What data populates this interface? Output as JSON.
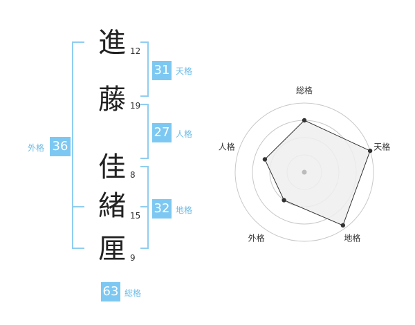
{
  "name": {
    "characters": [
      {
        "char": "進",
        "strokes": "12"
      },
      {
        "char": "藤",
        "strokes": "19"
      },
      {
        "char": "佳",
        "strokes": "8"
      },
      {
        "char": "緒",
        "strokes": "15"
      },
      {
        "char": "厘",
        "strokes": "9"
      }
    ]
  },
  "fortune": {
    "tenkaku": {
      "value": "31",
      "label": "天格"
    },
    "jinkaku": {
      "value": "27",
      "label": "人格"
    },
    "chikaku": {
      "value": "32",
      "label": "地格"
    },
    "gaikaku": {
      "value": "36",
      "label": "外格"
    },
    "soukaku": {
      "value": "63",
      "label": "総格"
    }
  },
  "radar": {
    "axes": [
      "総格",
      "天格",
      "地格",
      "外格",
      "人格"
    ],
    "values": [
      0.75,
      1.0,
      0.95,
      0.5,
      0.6
    ],
    "ring_count": 4,
    "colors": {
      "fill": "#eeeeee",
      "stroke": "#333333",
      "grid": "#c8c8c8",
      "point": "#333333",
      "center": "#bbbbbb"
    }
  },
  "colors": {
    "accent": "#7cc8f2",
    "bracket": "#8fcdf0",
    "label": "#6dbde8"
  }
}
